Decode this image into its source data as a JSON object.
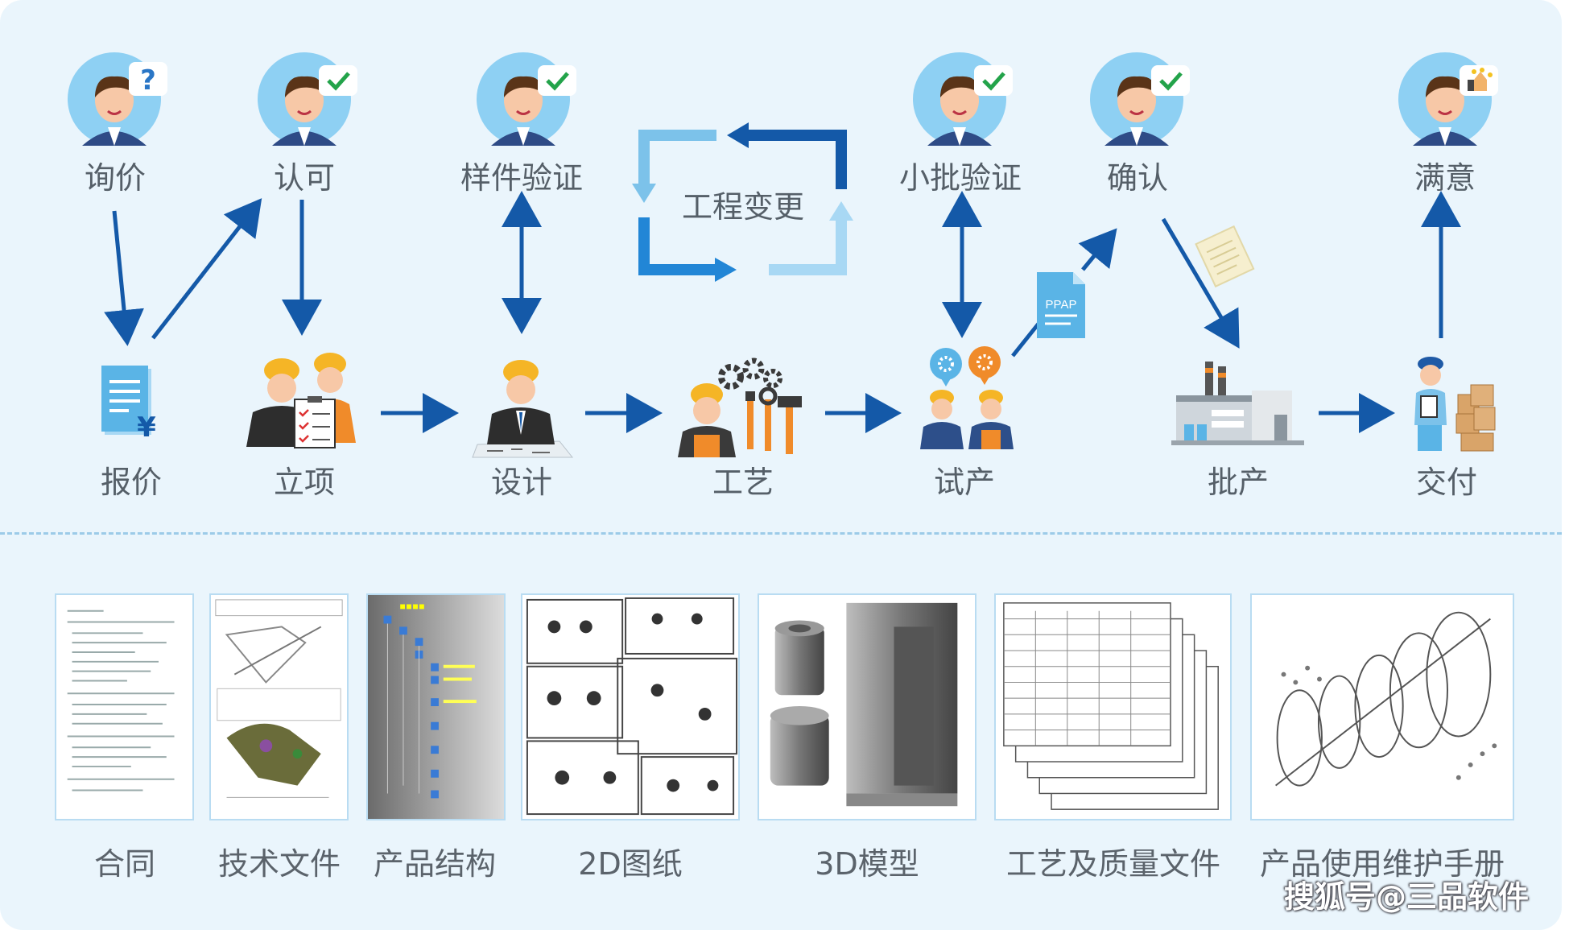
{
  "flow": {
    "top_steps": [
      "询价",
      "认可",
      "样件验证",
      "小批验证",
      "确认",
      "满意"
    ],
    "engineering_change": "工程变更",
    "bottom_steps": [
      "报价",
      "立项",
      "设计",
      "工艺",
      "试产",
      "批产",
      "交付"
    ],
    "ppap_label": "PPAP",
    "yen_symbol": "¥"
  },
  "documents": [
    "合同",
    "技术文件",
    "产品结构",
    "2D图纸",
    "3D模型",
    "工艺及质量文件",
    "产品使用维护手册"
  ],
  "watermark": "搜狐号@三品软件",
  "colors": {
    "panel_bg": "#eaf5fc",
    "arrow": "#1459a8",
    "accent_light": "#5ab4e6",
    "label": "#555f68"
  }
}
